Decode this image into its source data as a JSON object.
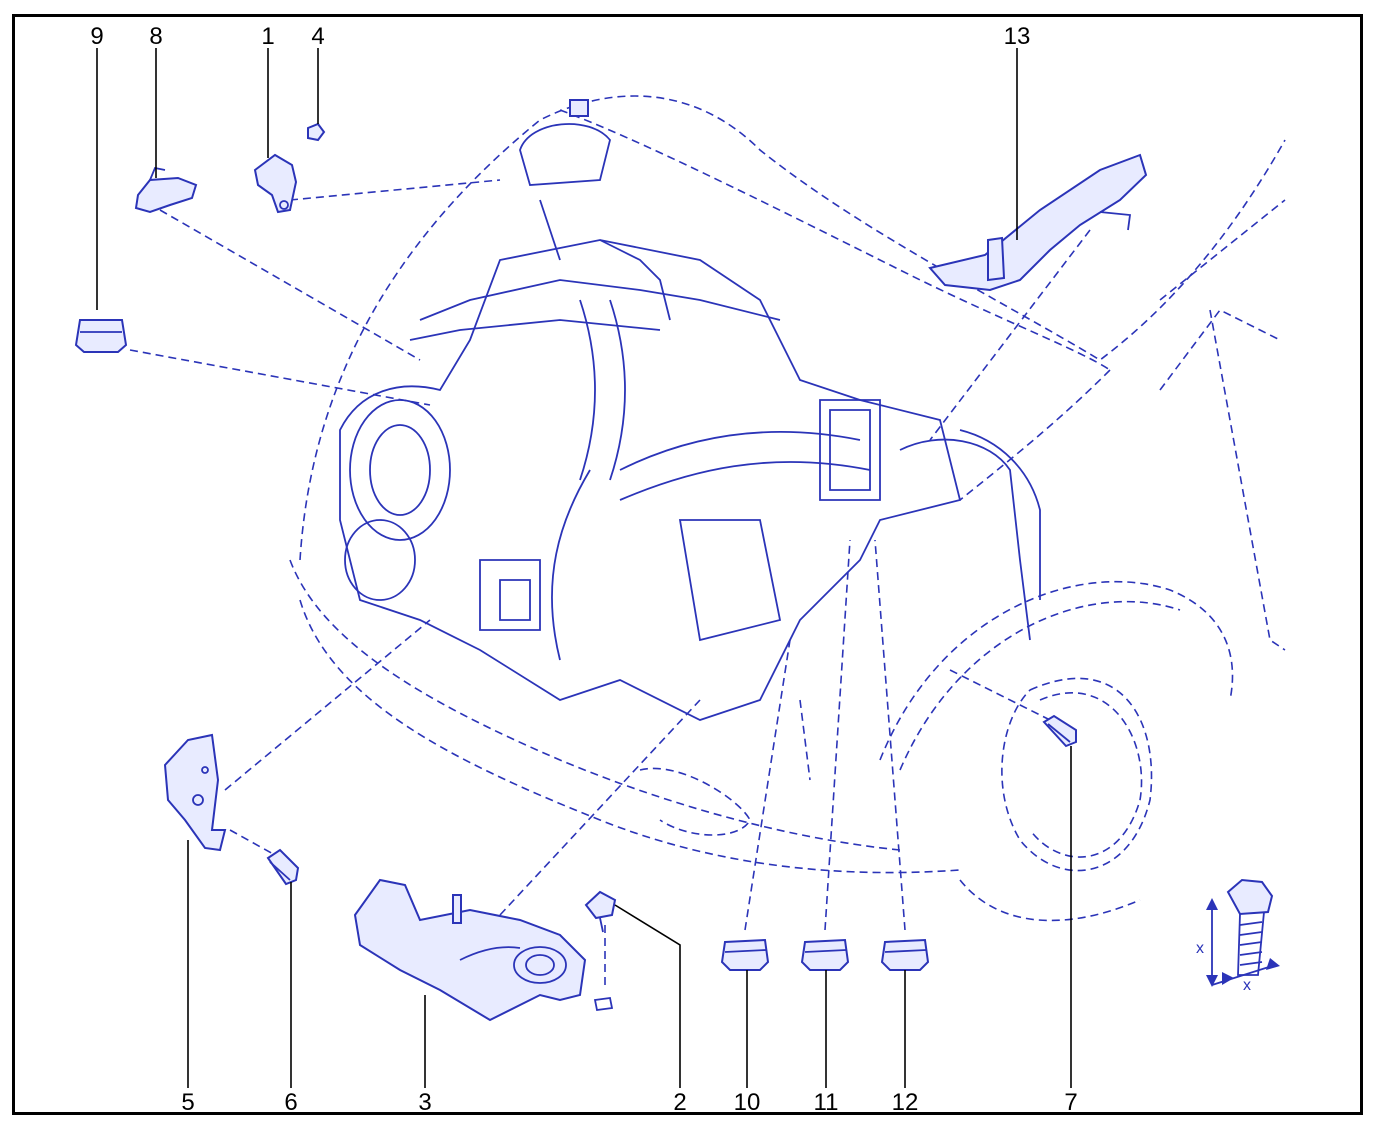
{
  "diagram": {
    "callouts": [
      "9",
      "8",
      "1",
      "4",
      "13",
      "5",
      "6",
      "3",
      "2",
      "10",
      "11",
      "12",
      "7"
    ],
    "dimension_label": "x",
    "colors": {
      "line": "#2b34b8",
      "fill": "#e8ebff",
      "frame": "#000000"
    }
  }
}
